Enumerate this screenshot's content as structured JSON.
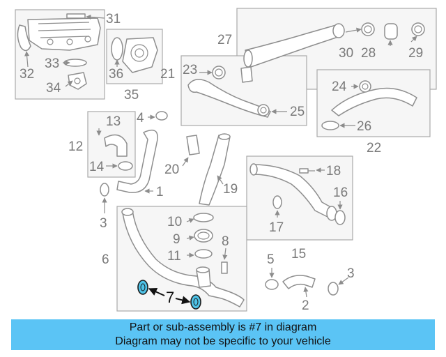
{
  "diagram": {
    "callouts": {
      "n1": "1",
      "n2": "2",
      "n3a": "3",
      "n3b": "3",
      "n4": "4",
      "n5": "5",
      "n6": "6",
      "n7": "7",
      "n8": "8",
      "n9": "9",
      "n10": "10",
      "n11": "11",
      "n12": "12",
      "n13": "13",
      "n14": "14",
      "n15": "15",
      "n16": "16",
      "n17": "17",
      "n18": "18",
      "n19": "19",
      "n20": "20",
      "n21": "21",
      "n22": "22",
      "n23": "23",
      "n24": "24",
      "n25": "25",
      "n26": "26",
      "n27": "27",
      "n28": "28",
      "n29": "29",
      "n30": "30",
      "n31": "31",
      "n32": "32",
      "n33": "33",
      "n34": "34",
      "n35": "35",
      "n36": "36"
    },
    "highlight_color": "#4ec3e8"
  },
  "banner": {
    "line1": "Part or sub-assembly is #7 in diagram",
    "line2": "Diagram may not be specific to your vehicle",
    "color": "#5bc4f5"
  }
}
